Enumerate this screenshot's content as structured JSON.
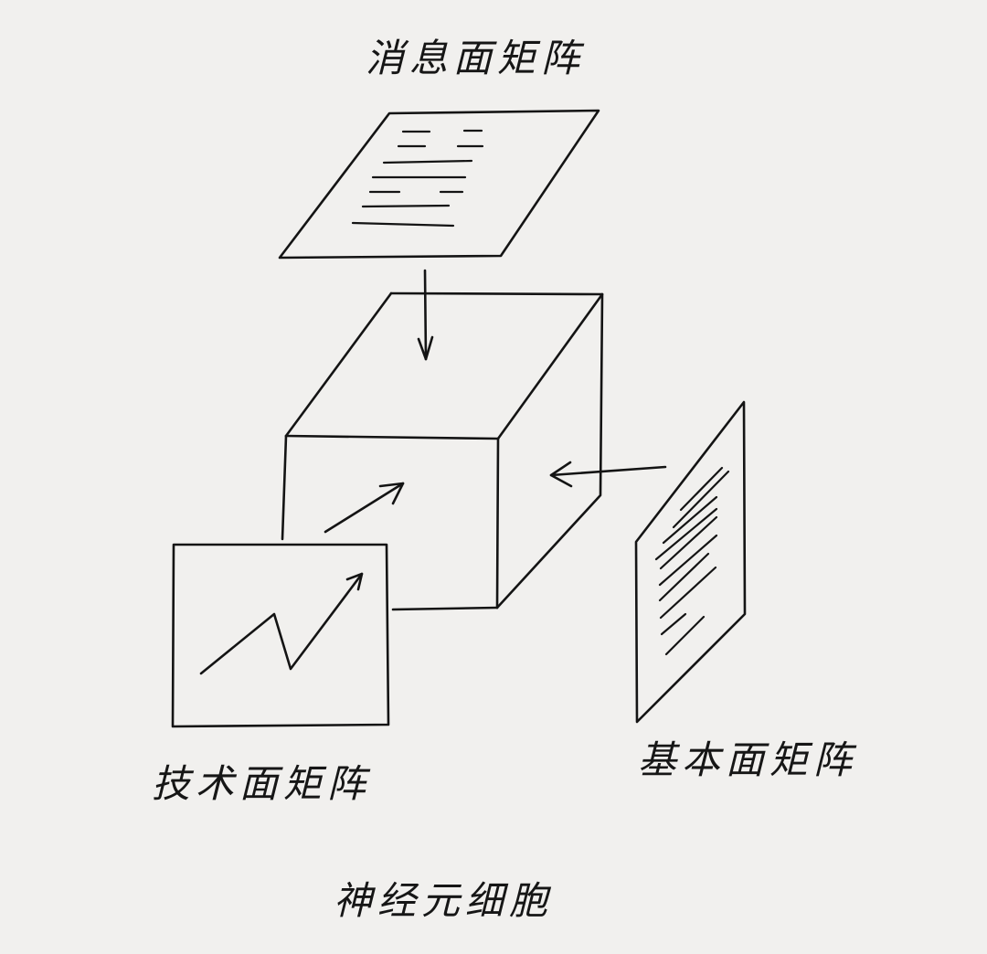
{
  "labels": {
    "top": "消息面矩阵",
    "left": "技术面矩阵",
    "right": "基本面矩阵",
    "bottom": "神经元细胞"
  },
  "icons": {
    "top_panel": "document-icon",
    "left_panel": "line-chart-icon",
    "right_panel": "document-icon",
    "center": "cube-icon"
  },
  "colors": {
    "background": "#f1f0ee",
    "ink": "#141414"
  }
}
